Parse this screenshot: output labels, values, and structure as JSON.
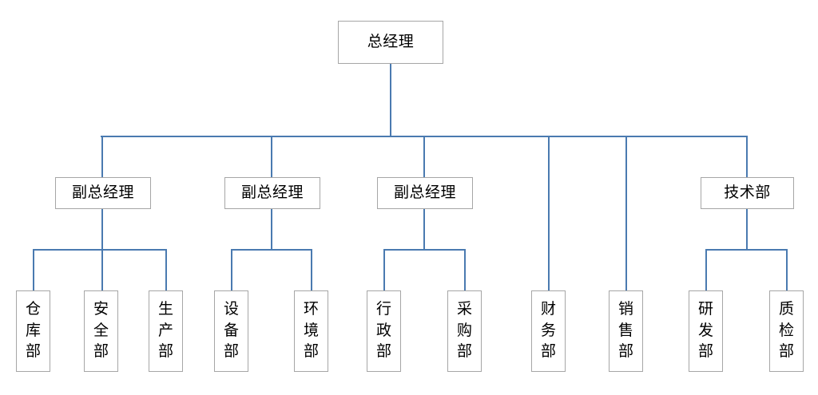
{
  "diagram": {
    "title_text": "总经理",
    "type": "organization-chart",
    "colors": {
      "connector": "#4a7ab0",
      "node_border": "#a6a6a6",
      "node_fill": "#ffffff",
      "text": "#000000",
      "background": "#ffffff"
    },
    "levels": {
      "level1": [
        {
          "id": "gm",
          "label": "总经理",
          "orientation": "horizontal"
        }
      ],
      "level2": [
        {
          "id": "dgm1",
          "label": "副总经理",
          "orientation": "horizontal"
        },
        {
          "id": "dgm2",
          "label": "副总经理",
          "orientation": "horizontal"
        },
        {
          "id": "dgm3",
          "label": "副总经理",
          "orientation": "horizontal"
        },
        {
          "id": "tech",
          "label": "技术部",
          "orientation": "horizontal"
        }
      ],
      "level3": [
        {
          "id": "warehouse",
          "label": "仓库部",
          "orientation": "vertical",
          "parent": "dgm1"
        },
        {
          "id": "safety",
          "label": "安全部",
          "orientation": "vertical",
          "parent": "dgm1"
        },
        {
          "id": "production",
          "label": "生产部",
          "orientation": "vertical",
          "parent": "dgm1"
        },
        {
          "id": "equipment",
          "label": "设备部",
          "orientation": "vertical",
          "parent": "dgm2"
        },
        {
          "id": "environment",
          "label": "环境部",
          "orientation": "vertical",
          "parent": "dgm2"
        },
        {
          "id": "administration",
          "label": "行政部",
          "orientation": "vertical",
          "parent": "dgm3"
        },
        {
          "id": "procurement",
          "label": "采购部",
          "orientation": "vertical",
          "parent": "dgm3"
        },
        {
          "id": "finance",
          "label": "财务部",
          "orientation": "vertical",
          "parent": "gm"
        },
        {
          "id": "sales",
          "label": "销售部",
          "orientation": "vertical",
          "parent": "gm"
        },
        {
          "id": "rnd",
          "label": "研发部",
          "orientation": "vertical",
          "parent": "tech"
        },
        {
          "id": "quality",
          "label": "质检部",
          "orientation": "vertical",
          "parent": "tech"
        }
      ]
    }
  },
  "chart_data": {
    "type": "diagram",
    "title": "总经理",
    "nodes": [
      "总经理",
      "副总经理",
      "副总经理",
      "副总经理",
      "技术部",
      "仓库部",
      "安全部",
      "生产部",
      "设备部",
      "环境部",
      "行政部",
      "采购部",
      "财务部",
      "销售部",
      "研发部",
      "质检部"
    ],
    "edges": [
      [
        "总经理",
        "副总经理 (1)"
      ],
      [
        "总经理",
        "副总经理 (2)"
      ],
      [
        "总经理",
        "副总经理 (3)"
      ],
      [
        "总经理",
        "技术部"
      ],
      [
        "总经理",
        "财务部"
      ],
      [
        "总经理",
        "销售部"
      ],
      [
        "副总经理 (1)",
        "仓库部"
      ],
      [
        "副总经理 (1)",
        "安全部"
      ],
      [
        "副总经理 (1)",
        "生产部"
      ],
      [
        "副总经理 (2)",
        "设备部"
      ],
      [
        "副总经理 (2)",
        "环境部"
      ],
      [
        "副总经理 (3)",
        "行政部"
      ],
      [
        "副总经理 (3)",
        "采购部"
      ],
      [
        "技术部",
        "研发部"
      ],
      [
        "技术部",
        "质检部"
      ]
    ]
  }
}
